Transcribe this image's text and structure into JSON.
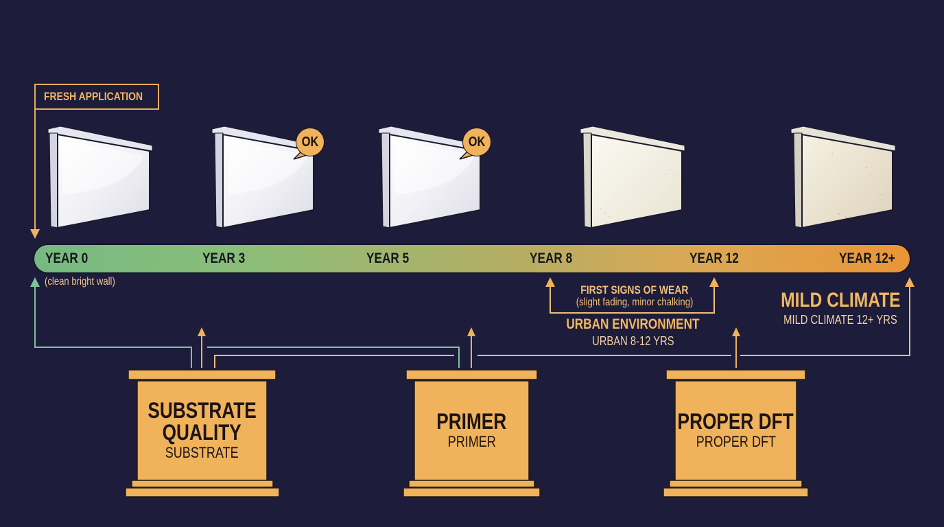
{
  "header": {
    "fresh_application_label": "FRESH APPLICATION"
  },
  "walls": [
    {
      "stage": "YEAR 0",
      "condition": "fresh",
      "badge": null
    },
    {
      "stage": "YEAR 3",
      "condition": "ok",
      "badge": "OK"
    },
    {
      "stage": "YEAR 5",
      "condition": "ok",
      "badge": "OK"
    },
    {
      "stage": "YEAR 8",
      "condition": "first-wear",
      "badge": null
    },
    {
      "stage": "YEAR 12",
      "condition": "worn",
      "badge": null
    }
  ],
  "timeline": {
    "gradient_start": "#76ba81",
    "gradient_end": "#ea9536",
    "labels": [
      "YEAR 0",
      "YEAR 3",
      "YEAR 5",
      "YEAR 8",
      "YEAR 12",
      "YEAR 12+"
    ]
  },
  "annotations": {
    "year0_note": "(clean bright wall)",
    "first_wear_title": "FIRST SIGNS OF WEAR",
    "first_wear_subtitle": "(slight fading, minor chalking)",
    "urban_title": "URBAN ENVIRONMENT",
    "urban_subtitle": "URBAN 8-12 YRS",
    "mild_title": "MILD CLIMATE",
    "mild_subtitle": "MILD CLIMATE 12+ YRS"
  },
  "pillars": [
    {
      "title_line1": "SUBSTRATE",
      "title_line2": "QUALITY",
      "subtitle": "SUBSTRATE"
    },
    {
      "title_line1": "PRIMER",
      "title_line2": "",
      "subtitle": "PRIMER"
    },
    {
      "title_line1": "PROPER DFT",
      "title_line2": "",
      "subtitle": "PROPER DFT"
    }
  ],
  "colors": {
    "background": "#1d1c3a",
    "accent_orange": "#f0b25a",
    "connector_green": "#7cc29a",
    "text_orange": "#f0b862"
  }
}
